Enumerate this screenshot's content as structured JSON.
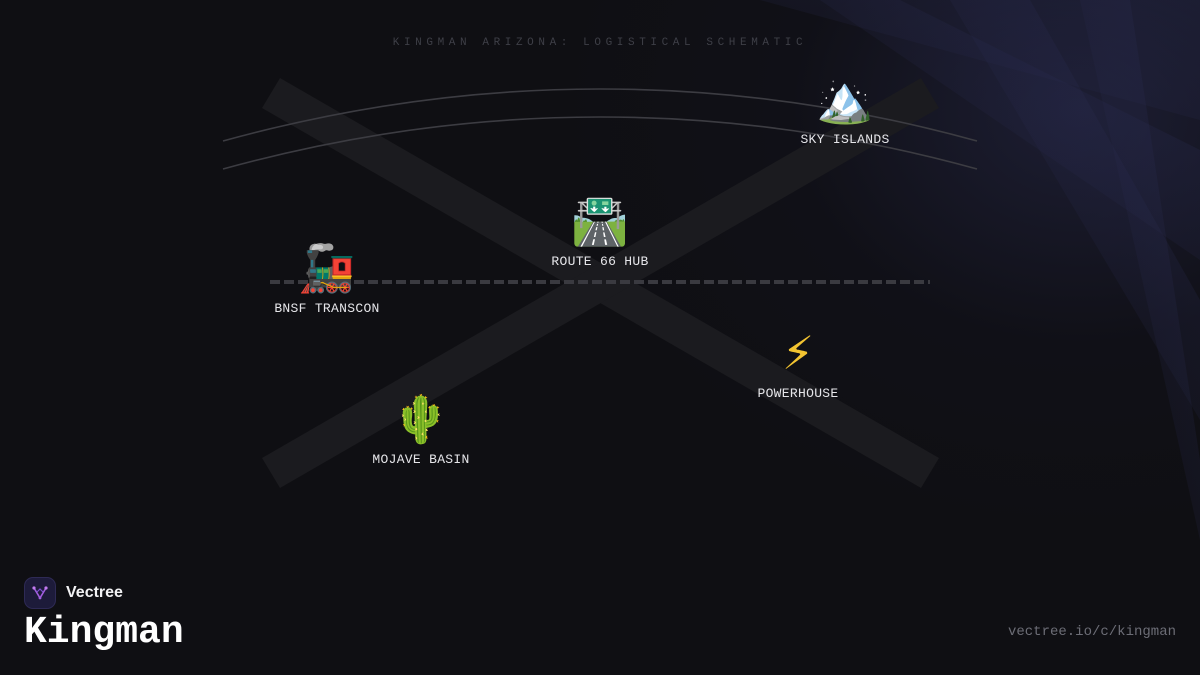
{
  "header": {
    "title": "KINGMAN ARIZONA: LOGISTICAL SCHEMATIC"
  },
  "diagram": {
    "nodes": [
      {
        "id": "sky-islands",
        "label": "SKY ISLANDS",
        "icon": "mountain-icon",
        "glyph": "🏔️"
      },
      {
        "id": "route-66-hub",
        "label": "ROUTE 66 HUB",
        "icon": "highway-icon",
        "glyph": "🛣️"
      },
      {
        "id": "bnsf-transcon",
        "label": "BNSF TRANSCON",
        "icon": "locomotive-icon",
        "glyph": "🚂"
      },
      {
        "id": "powerhouse",
        "label": "POWERHOUSE",
        "icon": "lightning-icon",
        "glyph": "⚡"
      },
      {
        "id": "mojave-basin",
        "label": "MOJAVE BASIN",
        "icon": "cactus-icon",
        "glyph": "🌵"
      }
    ],
    "connections": [
      {
        "type": "diagonal-band",
        "description": "crossing band"
      },
      {
        "type": "diagonal-band",
        "description": "crossing band"
      },
      {
        "type": "dashed-line",
        "description": "rail line"
      },
      {
        "type": "arc",
        "description": "upper arc"
      },
      {
        "type": "arc",
        "description": "lower arc"
      }
    ]
  },
  "footer": {
    "brand_name": "Vectree",
    "brand_icon": "vectree-logo-icon",
    "place_name": "Kingman",
    "url": "vectree.io/c/kingman"
  },
  "colors": {
    "background": "#0f0f13",
    "accent": "#a35ee0",
    "label": "#e6e6ea",
    "muted": "#6c6d76"
  }
}
